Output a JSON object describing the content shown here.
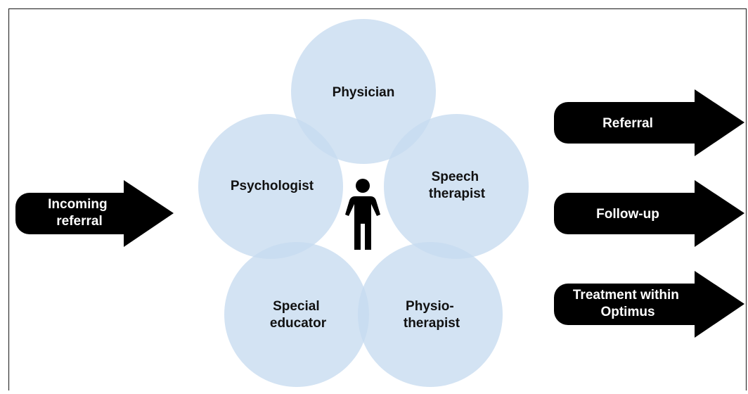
{
  "input": {
    "lines": [
      "Incoming",
      "referral"
    ]
  },
  "team": [
    {
      "id": "physician",
      "lines": [
        "Physician"
      ]
    },
    {
      "id": "psychologist",
      "lines": [
        "Psychologist"
      ]
    },
    {
      "id": "speech-therapist",
      "lines": [
        "Speech",
        "therapist"
      ]
    },
    {
      "id": "special-educator",
      "lines": [
        "Special",
        "educator"
      ]
    },
    {
      "id": "physiotherapist",
      "lines": [
        "Physio-",
        "therapist"
      ]
    }
  ],
  "outputs": [
    {
      "id": "referral",
      "lines": [
        "Referral"
      ]
    },
    {
      "id": "follow-up",
      "lines": [
        "Follow-up"
      ]
    },
    {
      "id": "treatment",
      "lines": [
        "Treatment within",
        "Optimus"
      ]
    }
  ],
  "colors": {
    "circle_fill": "#c6dbef",
    "arrow_fill": "#000000",
    "arrow_text": "#ffffff",
    "label": "#111111",
    "person": "#000000"
  }
}
